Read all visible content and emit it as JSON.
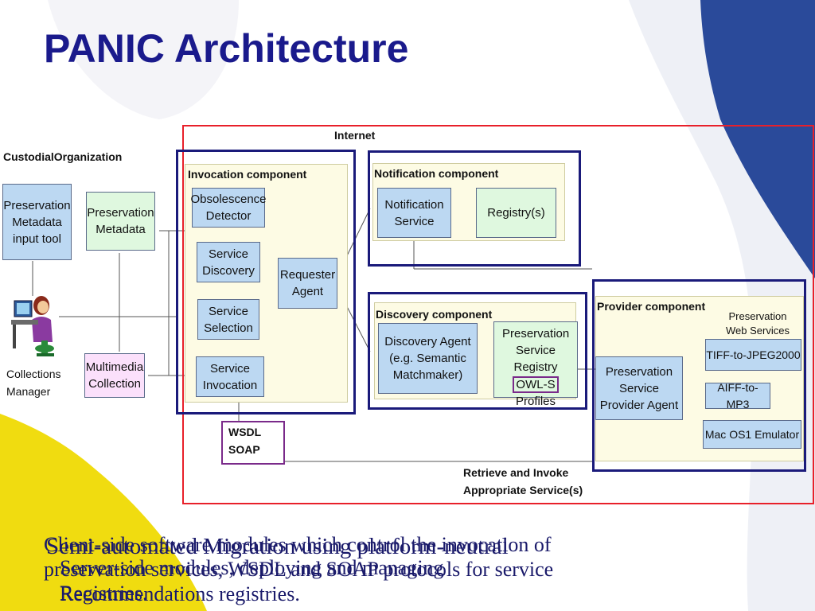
{
  "slide": {
    "title": "PANIC Architecture",
    "colors": {
      "title": "#1a1a8c",
      "internet_frame": "#e8202a",
      "component_frame": "#1a1a7a",
      "wsdl_frame": "#7a2a8a"
    }
  },
  "diagram": {
    "internet_label": "Internet",
    "custodial_label": "CustodialOrganization",
    "collections_manager_label": "Collections Manager",
    "custodial": {
      "metadata_tool": "Preservation Metadata input tool",
      "metadata": "Preservation Metadata",
      "multimedia": "Multimedia Collection"
    },
    "invocation": {
      "title": "Invocation component",
      "obsolescence_detector": "Obsolescence Detector",
      "service_discovery": "Service Discovery",
      "service_selection": "Service Selection",
      "service_invocation": "Service Invocation",
      "requester_agent": "Requester Agent"
    },
    "notification": {
      "title": "Notification component",
      "service": "Notification Service",
      "registry": "Registry(s)"
    },
    "discovery": {
      "title": "Discovery component",
      "agent": "Discovery Agent (e.g. Semantic Matchmaker)",
      "registry": "Preservation Service Registry",
      "owl_s": "OWL-S",
      "profiles": "Profiles"
    },
    "provider": {
      "title": "Provider component",
      "web_services_label": "Preservation Web Services",
      "provider_agent": "Preservation Service Provider Agent",
      "tiff": "TIFF-to-JPEG2000",
      "aiff": "AIFF-to-MP3",
      "macos": "Mac OS1 Emulator"
    },
    "wsdl": "WSDL",
    "soap": "SOAP",
    "retrieve_label": "Retrieve and Invoke Appropriate Service(s)"
  },
  "captions": {
    "line1": "Client-side software modules which control the invocation of",
    "line2": "Semi-automated Migration using platform-neutral",
    "line3": "preservation services, WSDL and SOAP protocols for service",
    "line4": "Server-side modules, deploying and managing",
    "line5": "Registries.",
    "line6": "Recommendations registries."
  }
}
